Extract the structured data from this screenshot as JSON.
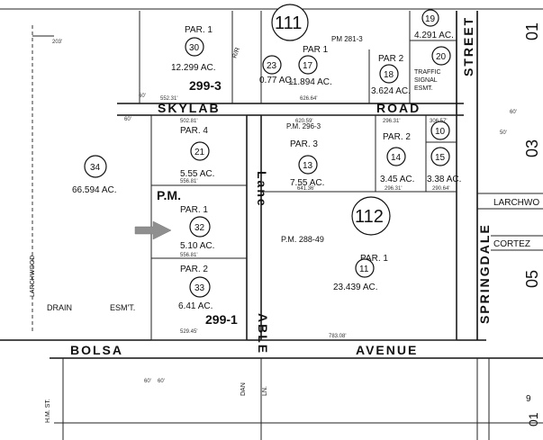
{
  "streets": {
    "skylab": "SKYLAB",
    "road": "ROAD",
    "bolsa": "BOLSA",
    "avenue": "AVENUE",
    "able": "ABLE",
    "lane": "Lane",
    "springdale": "SPRINGDALE",
    "street": "STREET",
    "larchwood": "LARCHWO",
    "cortez": "CORTEZ",
    "larchwood_dr": "LARCHWOOD",
    "h_m_st": "H.M. ST.",
    "dan": "DAN",
    "ln": "LN."
  },
  "book_pages": [
    {
      "id": "111",
      "label": "111"
    },
    {
      "id": "112",
      "label": "112"
    }
  ],
  "parcels": [
    {
      "id": "30",
      "num": "30",
      "par": "PAR. 1",
      "acres": "12.299 AC."
    },
    {
      "id": "23",
      "num": "23",
      "par": "",
      "acres": "0.77 AC."
    },
    {
      "id": "17",
      "num": "17",
      "par": "PAR 1",
      "acres": "11.894 AC."
    },
    {
      "id": "18",
      "num": "18",
      "par": "PAR 2",
      "acres": "3.624 AC."
    },
    {
      "id": "19",
      "num": "19",
      "par": "",
      "acres": ""
    },
    {
      "id": "19b",
      "num": "",
      "par": "",
      "acres": "4.291 AC."
    },
    {
      "id": "20",
      "num": "20",
      "par": "",
      "acres": ""
    },
    {
      "id": "21",
      "num": "21",
      "par": "PAR. 4",
      "acres": "5.55 AC."
    },
    {
      "id": "13",
      "num": "13",
      "par": "PAR. 3",
      "acres": "7.55 AC."
    },
    {
      "id": "14",
      "num": "14",
      "par": "PAR. 2",
      "acres": "3.45 AC."
    },
    {
      "id": "10",
      "num": "10",
      "par": "",
      "acres": ""
    },
    {
      "id": "15",
      "num": "15",
      "par": "",
      "acres": "3.38 AC."
    },
    {
      "id": "34",
      "num": "34",
      "par": "",
      "acres": "66.594 AC."
    },
    {
      "id": "32",
      "num": "32",
      "par": "PAR. 1",
      "acres": "5.10 AC."
    },
    {
      "id": "33",
      "num": "33",
      "par": "PAR. 2",
      "acres": "6.41 AC."
    },
    {
      "id": "11",
      "num": "11",
      "par": "PAR. 1",
      "acres": "23.439 AC."
    }
  ],
  "map_refs": {
    "pm_299_3": "299-3",
    "pm_296_3": "P.M. 296-3",
    "pm_281_3": "PM 281-3",
    "pm_288_49": "P.M. 288-49",
    "pm_block": "P.M.",
    "pm_299_1": "299-1",
    "rr": "R/R",
    "traffic": "TRAFFIC",
    "signal": "SIGNAL",
    "esmt": "ESMT.",
    "drain": "DRAIN",
    "esmt2": "ESM'T."
  },
  "dims": {
    "d1": "552.31'",
    "d2": "626.64'",
    "d3": "502.81'",
    "d4": "620.59'",
    "d5": "296.31'",
    "d6": "306.57'",
    "d7": "556.81'",
    "d8": "641.36'",
    "d9": "296.31'",
    "d10": "290.64'",
    "d11": "556.81'",
    "d12": "529.45'",
    "d13": "783.08'",
    "d14": "60'",
    "d15": "60'",
    "d16": "203'",
    "d17": "60'",
    "d18": "50'",
    "d19": "60'",
    "d20": "60'"
  },
  "corner_labels": {
    "o1": "01",
    "o3": "03",
    "o5": "05",
    "o9": "9",
    "o01": "01"
  }
}
